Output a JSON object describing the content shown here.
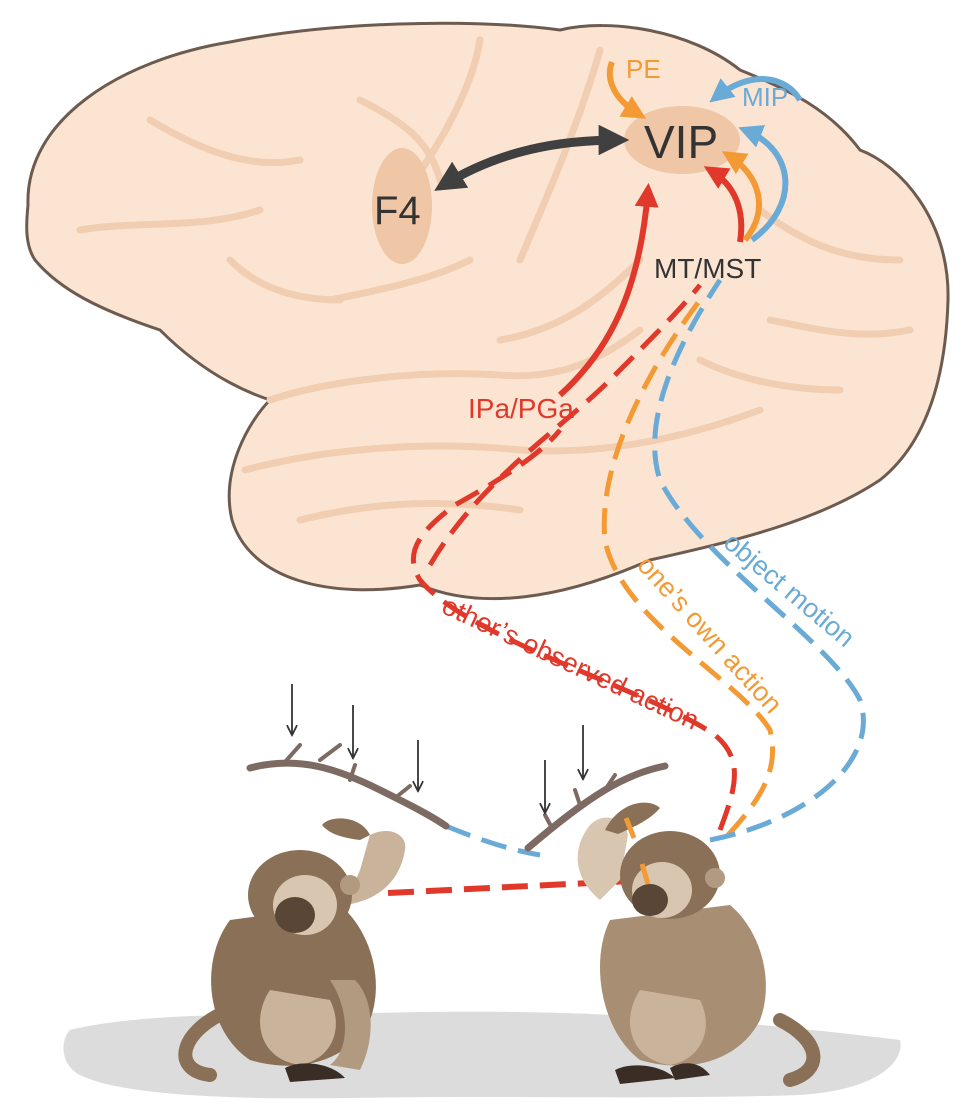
{
  "brain": {
    "areas": {
      "f4": "F4",
      "vip": "VIP",
      "pe": "PE",
      "mip": "MIP",
      "mt_mst": "MT/MST",
      "ipa_pga": "IPa/PGa"
    }
  },
  "pathways": {
    "others_action": "other’s observed action",
    "own_action": "one’s own action",
    "object_motion": "object motion"
  },
  "colors": {
    "red": "#e0392b",
    "orange": "#f49a35",
    "blue": "#6aaad6",
    "dark_arrow": "#404040",
    "brain_fill": "#fbe5d2",
    "brain_outline": "#6e5b50",
    "sulcus": "#f1cdb2",
    "area_fill": "#efc6a6",
    "ground": "#dcdcdc",
    "fur_dark": "#8a7056",
    "fur_light": "#c9b39a",
    "branch": "#7d6a63"
  }
}
